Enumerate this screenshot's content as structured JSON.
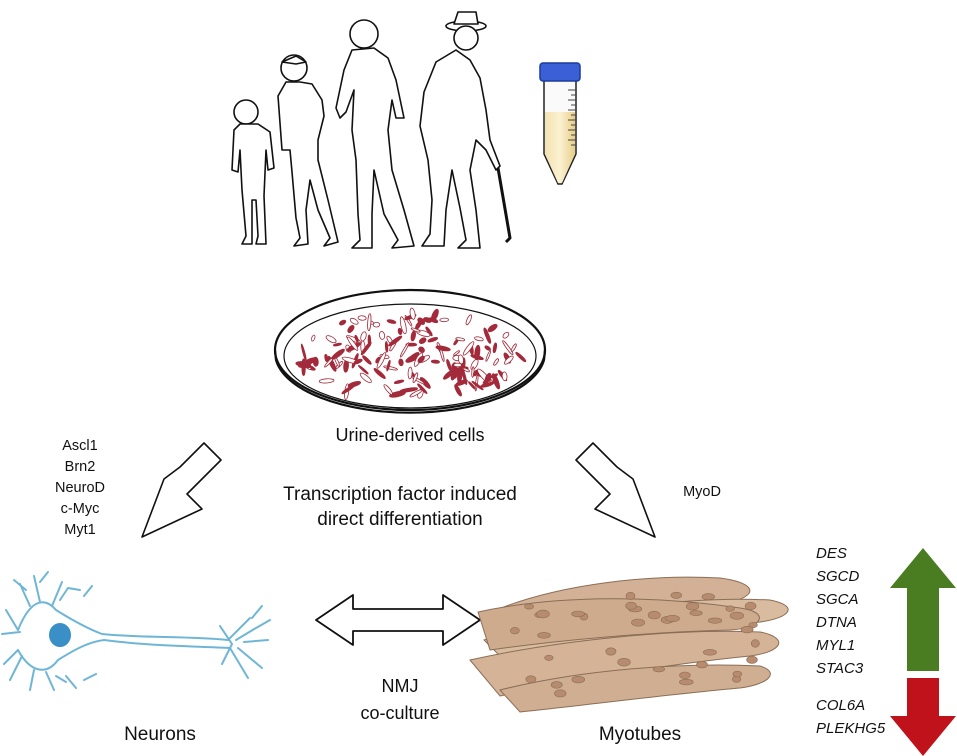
{
  "labels": {
    "cells": "Urine-derived cells",
    "method_line1": "Transcription factor induced",
    "method_line2": "direct differentiation",
    "nmj_line1": "NMJ",
    "nmj_line2": "co-culture",
    "neurons": "Neurons",
    "myotubes": "Myotubes",
    "myod": "MyoD"
  },
  "neuron_factors": [
    "Ascl1",
    "Brn2",
    "NeuroD",
    "c-Myc",
    "Myt1"
  ],
  "genes_up": [
    "DES",
    "SGCD",
    "SGCA",
    "DTNA",
    "MYL1",
    "STAC3"
  ],
  "genes_down": [
    "COL6A",
    "PLEKHG5"
  ],
  "colors": {
    "up_arrow": "#4a7d22",
    "down_arrow": "#c0121a",
    "neuron": "#6fb6d6",
    "nucleus": "#3a90c6",
    "myotube": "#d2b196",
    "myotube_nucleus": "#b78c6e",
    "cell_red": "#a32a3a",
    "tube_cap": "#3a5fd6",
    "tube_liquid": "#ecd9a0"
  }
}
